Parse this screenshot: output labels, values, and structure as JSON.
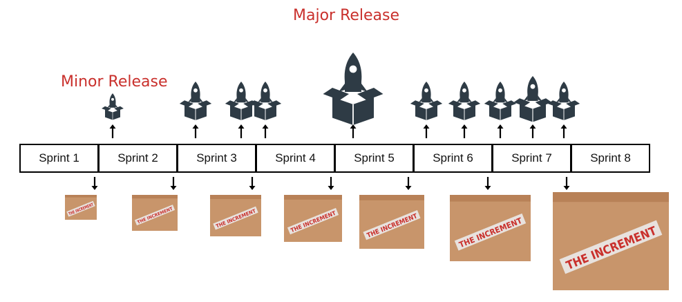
{
  "labels": {
    "major_release": "Major Release",
    "minor_release": "Minor Release"
  },
  "sprints": [
    "Sprint 1",
    "Sprint 2",
    "Sprint 3",
    "Sprint 4",
    "Sprint 5",
    "Sprint 6",
    "Sprint 7",
    "Sprint 8"
  ],
  "increment_label": "THE INCREMENT",
  "colors": {
    "release_text": "#c9302c",
    "rocket_box": "#2e3b45",
    "box": "#c8956b",
    "box_dark": "#b88157",
    "label_band": "#e8e2de",
    "label_text": "#c9302c"
  }
}
